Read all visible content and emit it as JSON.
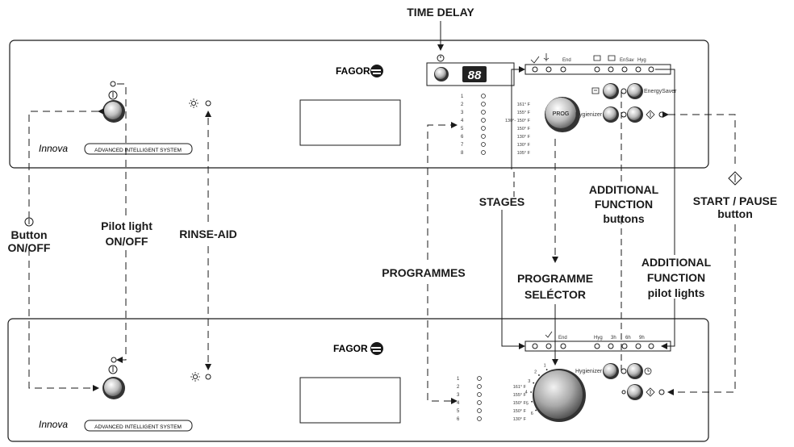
{
  "labels": {
    "time_delay": "TIME DELAY",
    "button": "Button",
    "on_off": "ON/OFF",
    "pilot_light": "Pilot light",
    "rinse_aid": "RINSE-AID",
    "programmes": "PROGRAMMES",
    "stages": "STAGES",
    "programme": "PROGRAMME",
    "selector": "SELÉCTOR",
    "additional": "ADDITIONAL",
    "function": "FUNCTION",
    "buttons": "buttons",
    "pilot_lights": "pilot lights",
    "start_pause": "START / PAUSE",
    "button_lower": "button"
  },
  "brand": "FAGOR",
  "model": "Innova",
  "system_label": "ADVANCED INTELLIGENT SYSTEM",
  "display_digits": "88",
  "prog_button": "PROG",
  "panel_top": {
    "stage_labels": [
      "End",
      "EnSav",
      "Hyg"
    ],
    "function_labels": [
      "EnergySaver",
      "Hygienizer"
    ],
    "programme_numbers": [
      "1",
      "2",
      "3",
      "4",
      "5",
      "6",
      "7",
      "8"
    ],
    "programme_temps": [
      "",
      "161° F",
      "155° F",
      "130°- 150° F",
      "150° F",
      "130° F",
      "130° F",
      "105° F"
    ]
  },
  "panel_bottom": {
    "stage_labels": [
      "End",
      "Hyg",
      "3h",
      "6h",
      "9h"
    ],
    "function_labels": [
      "Hygienizer"
    ],
    "programme_numbers": [
      "1",
      "2",
      "3",
      "4",
      "5",
      "6"
    ],
    "programme_temps": [
      "",
      "161° F",
      "155° F",
      "150° F",
      "150° F",
      "130° F"
    ],
    "dial_numbers": [
      "1",
      "2",
      "3",
      "4",
      "5",
      "6"
    ]
  },
  "icons": [
    "power-icon",
    "rinse-aid-icon",
    "start-pause-icon",
    "dishes-icon",
    "clock-icon"
  ]
}
